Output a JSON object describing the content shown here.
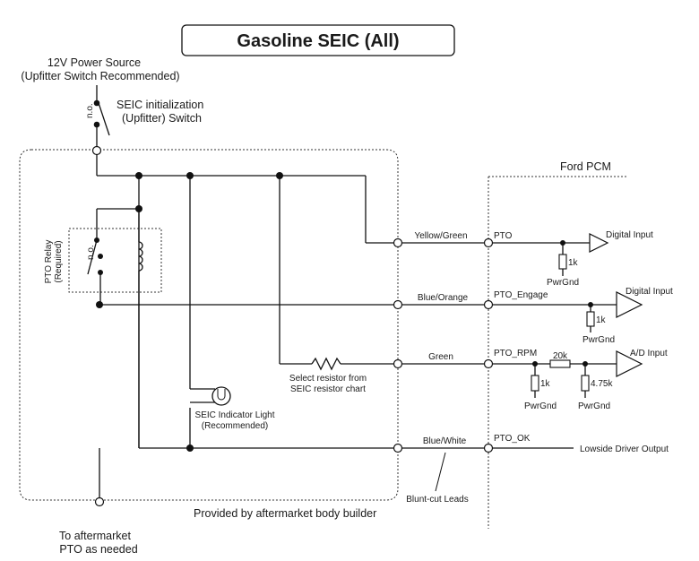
{
  "title": "Gasoline SEIC (All)",
  "power_source": {
    "line1": "12V Power Source",
    "line2": "(Upfitter Switch Recommended)"
  },
  "init_switch": {
    "line1": "SEIC initialization",
    "line2": "(Upfitter) Switch",
    "contact_label": "n.o."
  },
  "pto_relay": {
    "line1": "PTO Relay",
    "line2": "(Required)",
    "contact_label": "n.o."
  },
  "indicator_light": {
    "line1": "SEIC Indicator Light",
    "line2": "(Recommended)"
  },
  "select_resistor": {
    "line1": "Select resistor from",
    "line2": "SEIC resistor chart"
  },
  "body_builder_label": "Provided by aftermarket body builder",
  "aftermarket_pto": {
    "line1": "To aftermarket",
    "line2": "PTO as needed"
  },
  "blunt_cut_label": "Blunt-cut Leads",
  "ford_pcm_label": "Ford PCM",
  "wires": [
    {
      "color": "Yellow/Green",
      "pin": "PTO",
      "pcm_input": "Digital Input"
    },
    {
      "color": "Blue/Orange",
      "pin": "PTO_Engage",
      "pcm_input": "Digital Input"
    },
    {
      "color": "Green",
      "pin": "PTO_RPM",
      "pcm_input": "A/D Input"
    },
    {
      "color": "Blue/White",
      "pin": "PTO_OK",
      "pcm_input": "Lowside Driver Output"
    }
  ],
  "resistors": {
    "pto_pulldown": "1k",
    "engage_pulldown": "1k",
    "rpm_pulldown": "1k",
    "rpm_series": "20k",
    "rpm_divider": "4.75k"
  },
  "ground_label": "PwrGnd"
}
